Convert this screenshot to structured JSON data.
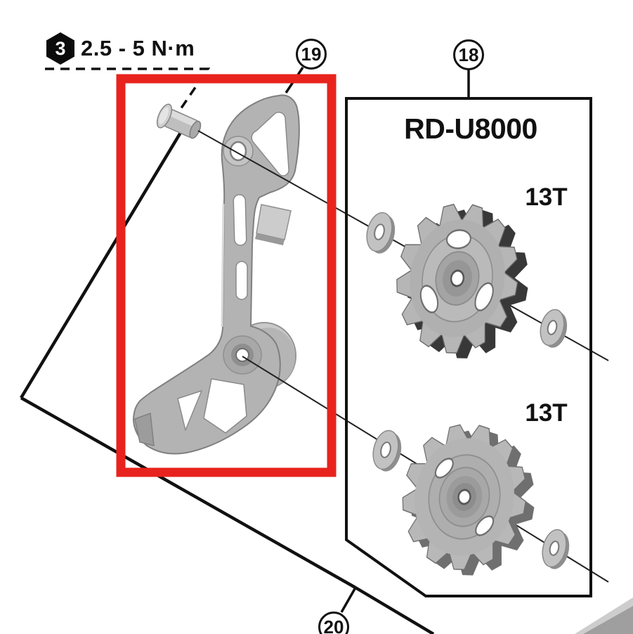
{
  "torque_label": {
    "symbol": "3",
    "text": "2.5 - 5 N·m"
  },
  "callouts": {
    "part19": "19",
    "part18": "18",
    "part20": "20"
  },
  "rd_box": {
    "model": "RD-U8000",
    "pulleys": [
      {
        "teeth_label": "13T"
      },
      {
        "teeth_label": "13T"
      }
    ]
  },
  "colors": {
    "highlight_red": "#E8231D",
    "line_black": "#111111",
    "part_gray": "#B3B3B3"
  }
}
